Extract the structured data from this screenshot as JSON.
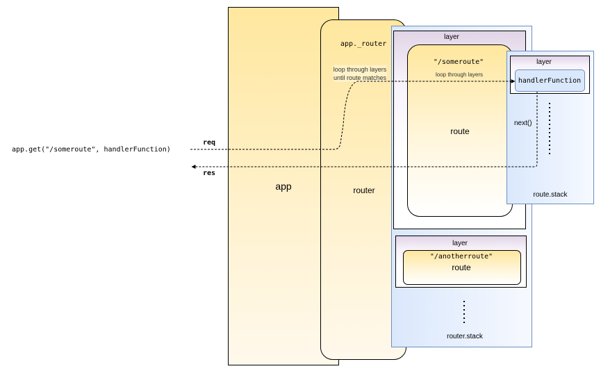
{
  "app": {
    "label": "app"
  },
  "router": {
    "title": "app._router",
    "label": "router",
    "loop_note": "loop through layers\nuntil route matches"
  },
  "router_stack": {
    "label": "router.stack"
  },
  "layer_label": "layer",
  "route_someroute": {
    "path": "\"/someroute\"",
    "loop_note": "loop through layers",
    "label": "route"
  },
  "route_stack": {
    "label": "route.stack",
    "layer_label": "layer",
    "handler": "handlerFunction",
    "next": "next()"
  },
  "route_anotherroute": {
    "path": "\"/anotherroute\"",
    "label": "route"
  },
  "request": {
    "code": "app.get(\"/someroute\", handlerFunction)",
    "req": "req",
    "res": "res"
  },
  "colors": {
    "yellow": "#ffe79e",
    "purple": "#e1d5e7",
    "blue": "#dae8fc",
    "blue_border": "#6c8ebf"
  }
}
